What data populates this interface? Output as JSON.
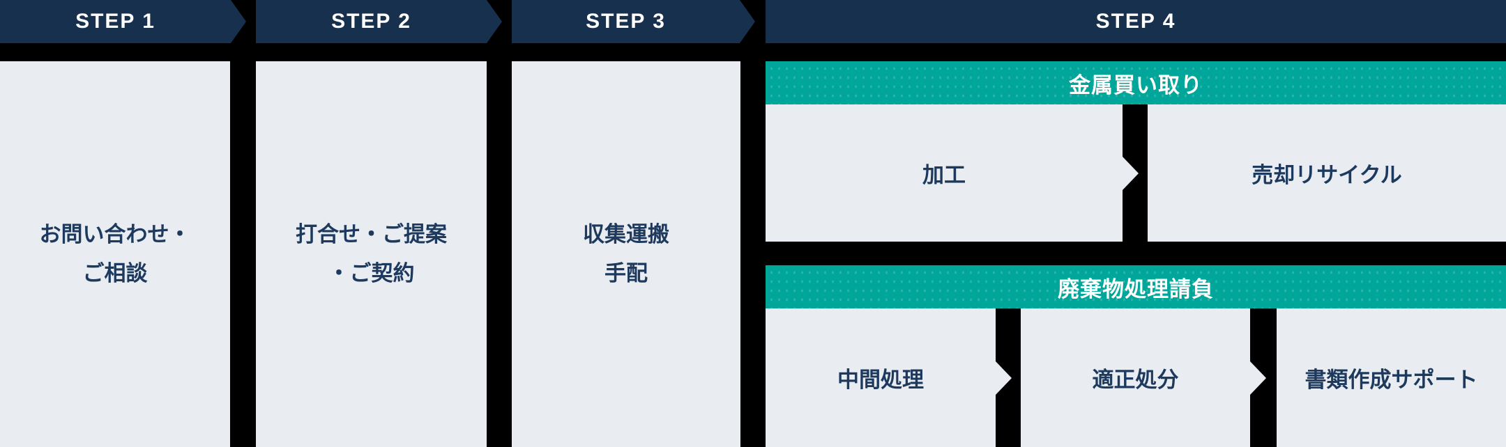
{
  "colors": {
    "background": "#000000",
    "banner_navy": "#17304e",
    "box_gray": "#e9edf1",
    "teal": "#00a69a",
    "text_navy": "#1d3a5e",
    "text_white": "#ffffff"
  },
  "steps": [
    {
      "label": "STEP 1",
      "lines": [
        "お問い合わせ・",
        "ご相談"
      ]
    },
    {
      "label": "STEP 2",
      "lines": [
        "打合せ・ご提案",
        "・ご契約"
      ]
    },
    {
      "label": "STEP 3",
      "lines": [
        "収集運搬",
        "手配"
      ]
    },
    {
      "label": "STEP 4",
      "branches": [
        {
          "title": "金属買い取り",
          "items": [
            "加工",
            "売却リサイクル"
          ]
        },
        {
          "title": "廃棄物処理請負",
          "items": [
            "中間処理",
            "適正処分",
            "書類作成サポート"
          ]
        }
      ]
    }
  ]
}
